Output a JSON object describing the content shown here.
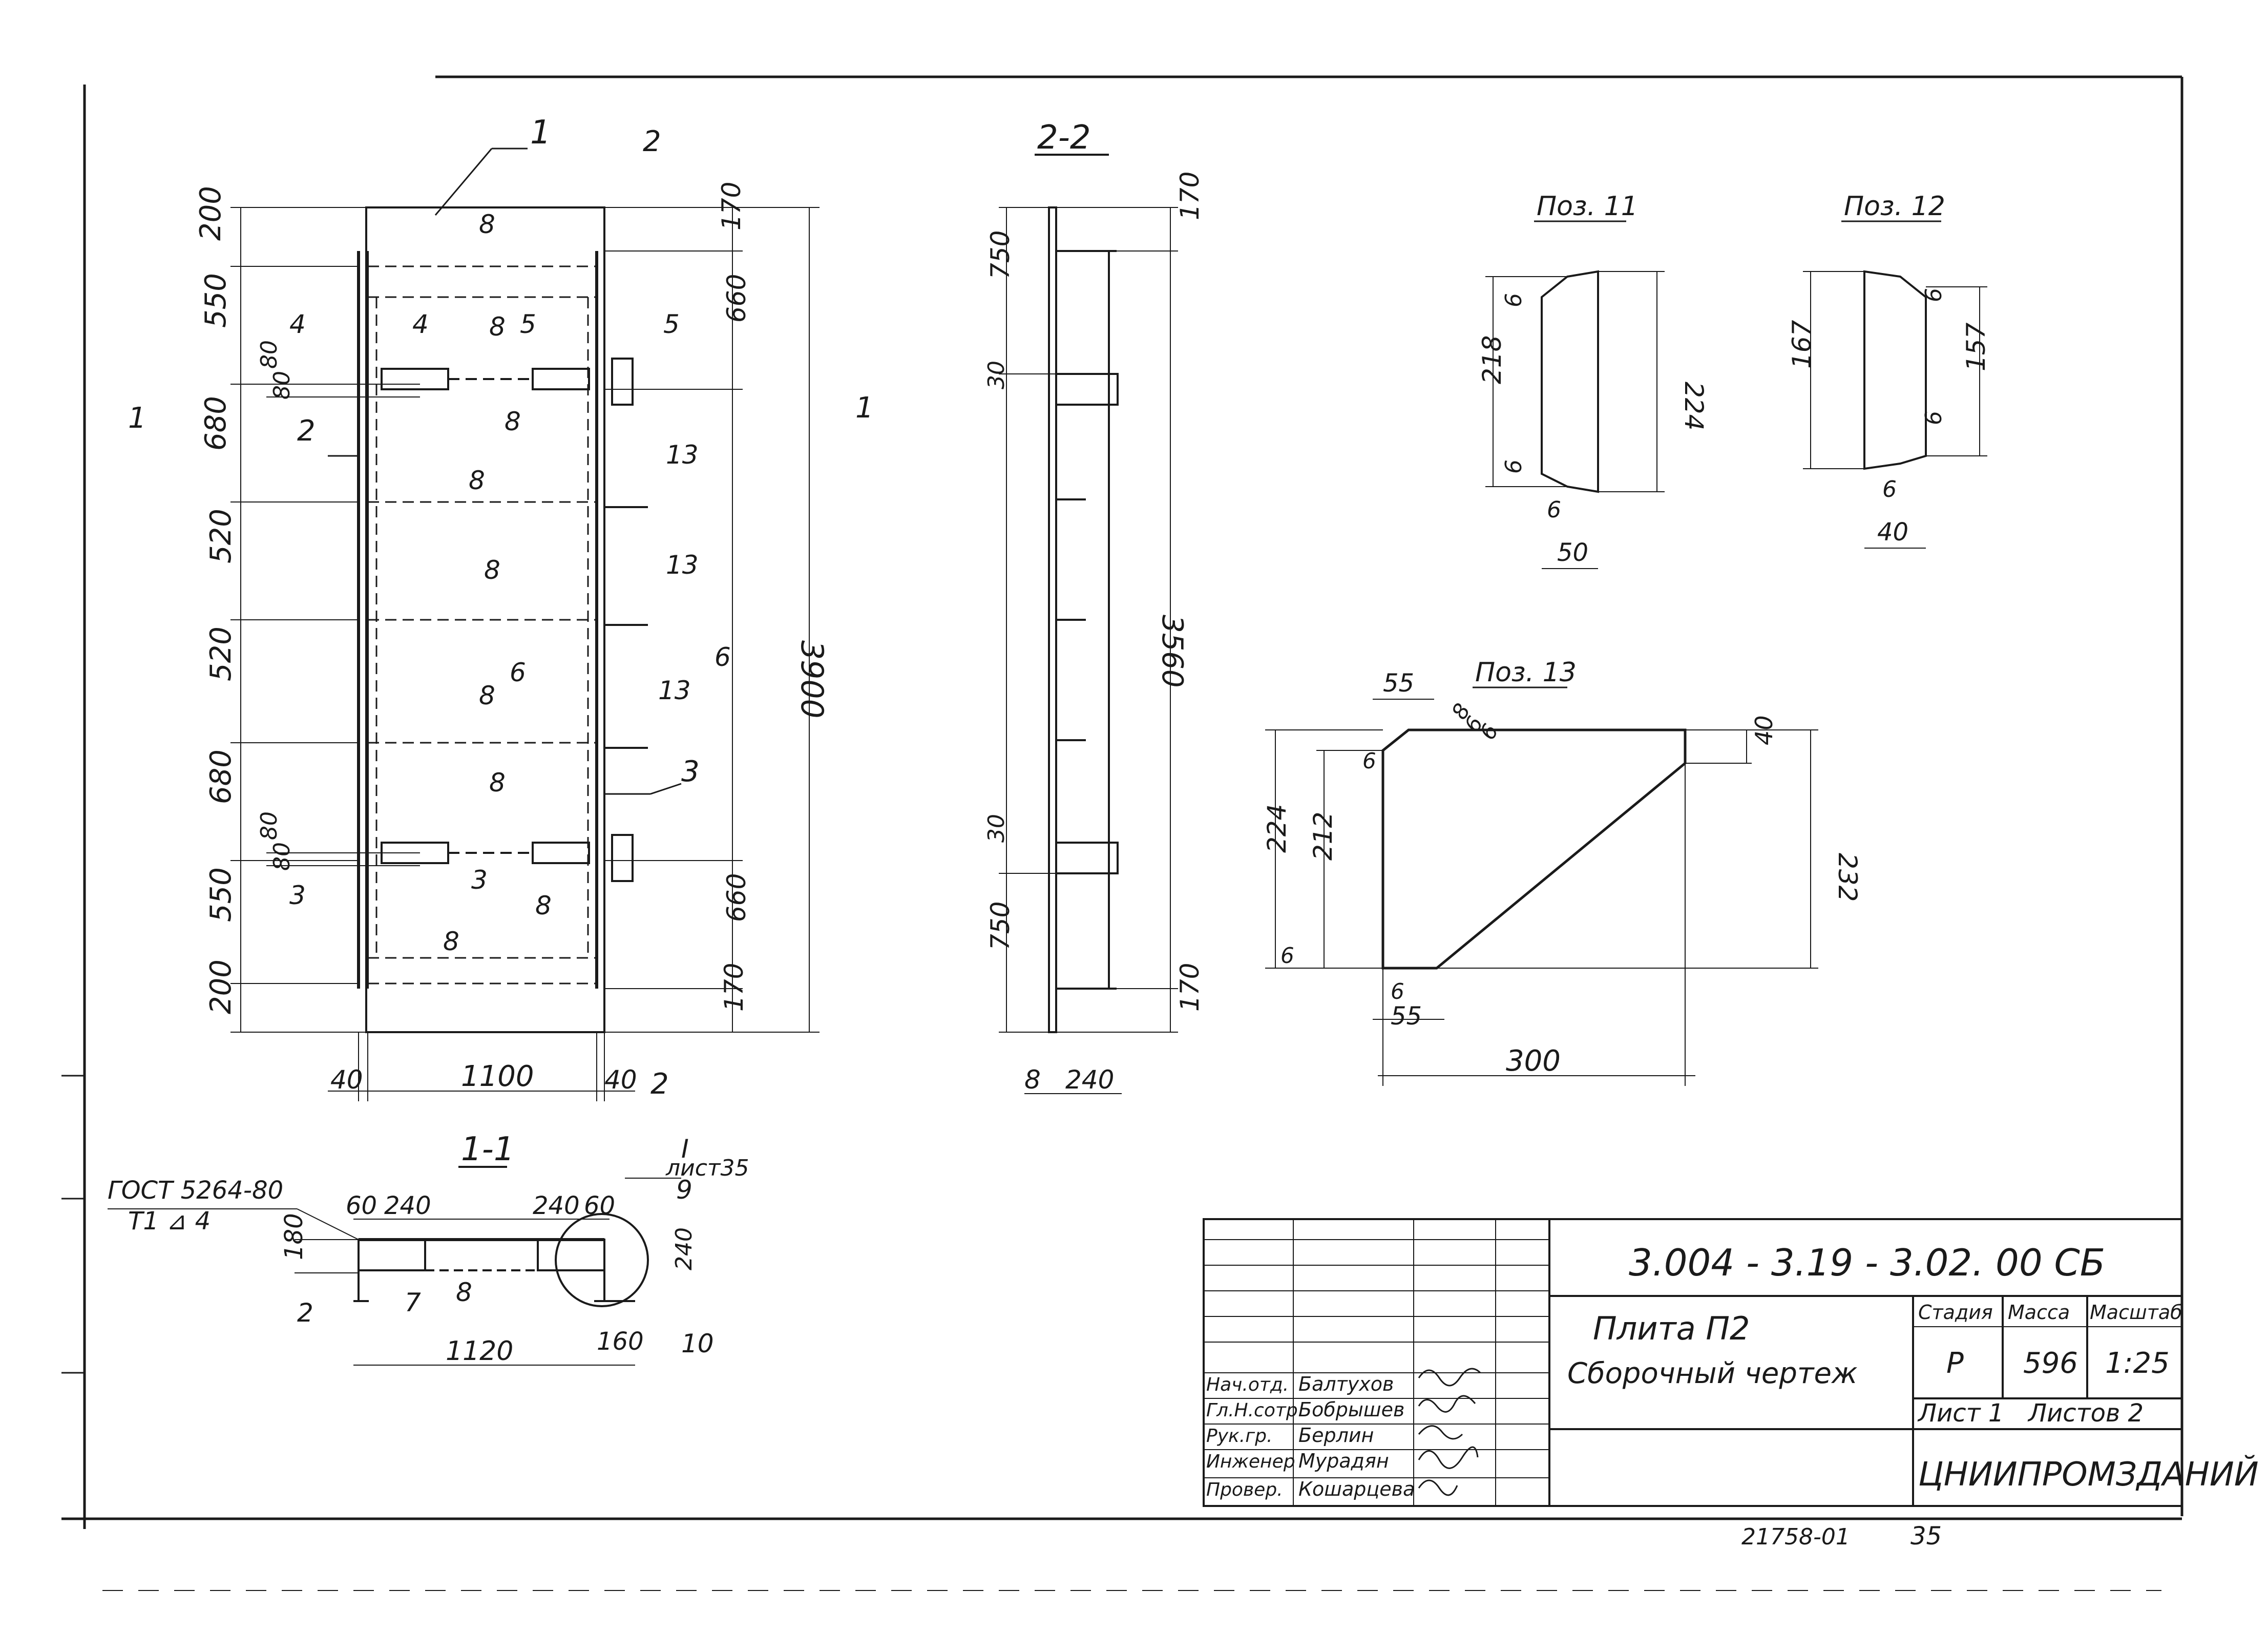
{
  "main_view": {
    "dims_left": [
      "200",
      "550",
      "680",
      "520",
      "520",
      "680",
      "550",
      "200"
    ],
    "dims_left_small_top": [
      "80",
      "80"
    ],
    "dims_left_small_bottom": [
      "80",
      "80"
    ],
    "dim_total_height": "3900",
    "dims_right": [
      "170",
      "660",
      "660",
      "170"
    ],
    "dims_bottom": [
      "40",
      "1100",
      "40"
    ],
    "positions": [
      "1",
      "2",
      "3",
      "8",
      "8",
      "8",
      "8",
      "8",
      "8",
      "8",
      "8",
      "8",
      "13",
      "13",
      "13"
    ],
    "section_marks": [
      "1",
      "1",
      "2",
      "2",
      "3",
      "3",
      "4",
      "4",
      "5",
      "5",
      "6",
      "6"
    ]
  },
  "section_2_2": {
    "title": "2-2",
    "dims": [
      "170",
      "750",
      "30",
      "3560",
      "30",
      "750",
      "170",
      "8",
      "240"
    ]
  },
  "section_1_1": {
    "title": "1-1",
    "gost": "ГОСТ 5264-80",
    "weld": "Т1 ⊿ 4",
    "node_ref": "I",
    "node_sheet": "лист35",
    "dims": [
      "60",
      "240",
      "240",
      "60",
      "180",
      "240",
      "1120",
      "160"
    ],
    "positions": [
      "2",
      "7",
      "8",
      "9",
      "10"
    ]
  },
  "poz11": {
    "title": "Поз. 11",
    "dims": [
      "6",
      "218",
      "6",
      "224",
      "6",
      "50"
    ]
  },
  "poz12": {
    "title": "Поз. 12",
    "dims": [
      "167",
      "6",
      "157",
      "6",
      "6",
      "40"
    ]
  },
  "poz13": {
    "title": "Поз. 13",
    "dims": [
      "55",
      "8",
      "6",
      "6",
      "6",
      "40",
      "224",
      "212",
      "232",
      "6",
      "6",
      "55",
      "300"
    ]
  },
  "title_block": {
    "code": "3.004 - 3.19 - 3.02. 00 СБ",
    "name_line1": "Плита П2",
    "name_line2": "Сборочный чертеж",
    "stage_header": "Стадия",
    "mass_header": "Масса",
    "scale_header": "Масштаб",
    "stage": "Р",
    "mass": "596",
    "scale": "1:25",
    "sheet": "Лист 1",
    "sheets": "Листов 2",
    "org": "ЦНИИПРОМЗДАНИЙ",
    "roles": [
      "Нач.отд.",
      "Гл.Н.сотр.",
      "Рук.гр.",
      "Инженер",
      "Провер."
    ],
    "names": [
      "Балтухов",
      "Бобрышев",
      "Берлин",
      "Мурадян",
      "Кошарцева"
    ]
  },
  "footer": {
    "archive_no": "21758-01",
    "page_no": "35"
  }
}
